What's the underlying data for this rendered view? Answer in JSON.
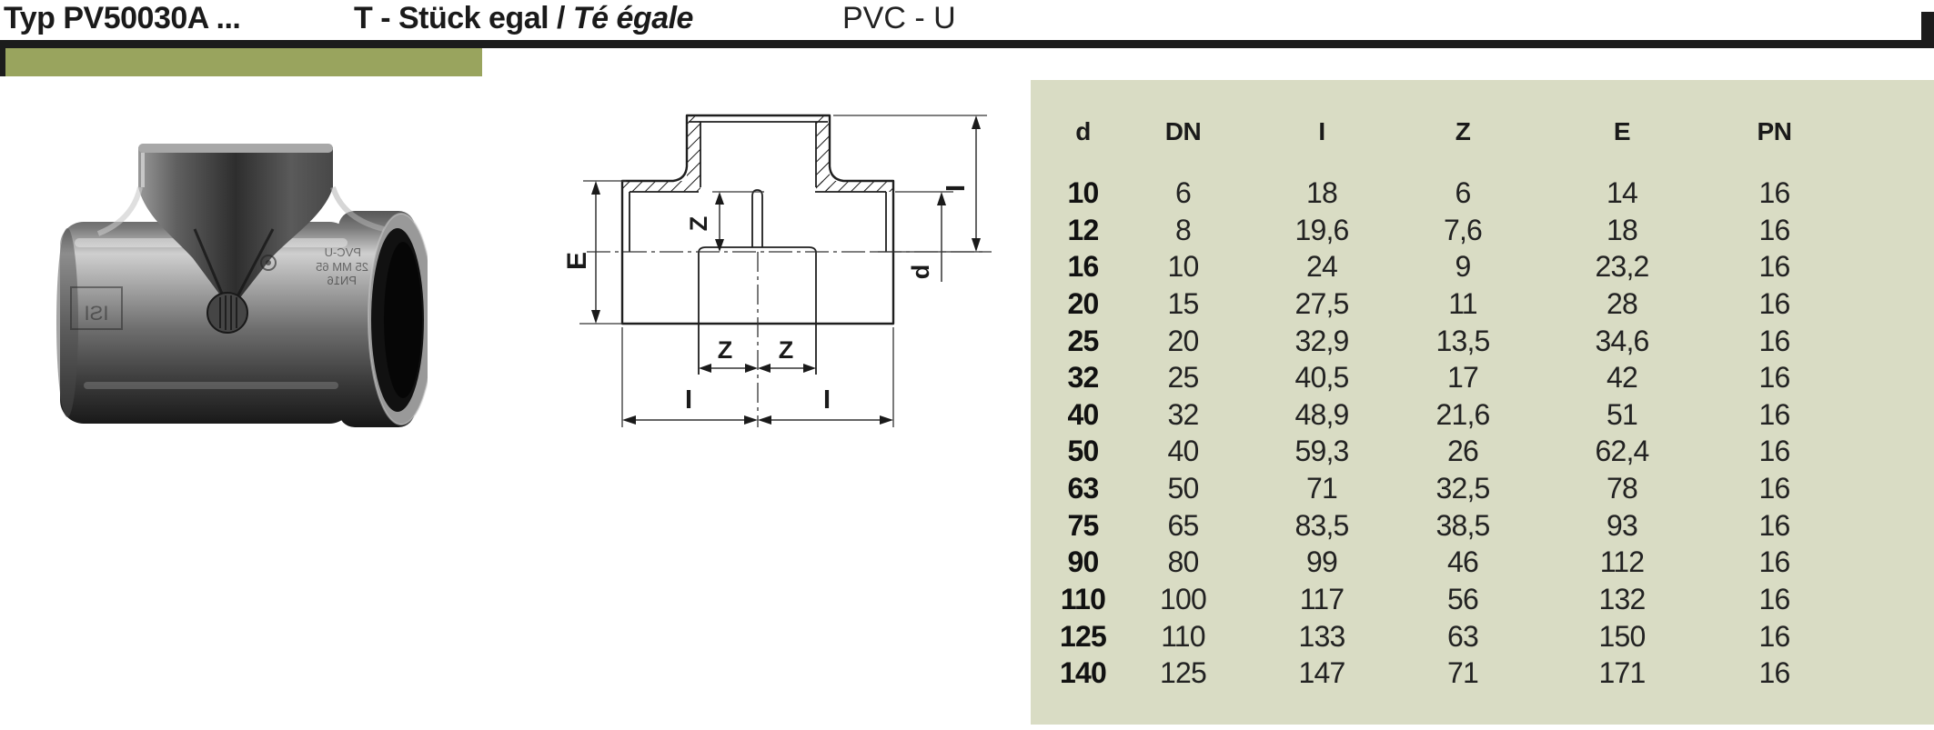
{
  "header": {
    "type_label": "Typ PV50030A ...",
    "title_de": "T - Stück egal / ",
    "title_fr": "Té égale",
    "material": "PVC - U"
  },
  "colors": {
    "accent_olive": "#99a45e",
    "table_background": "#d9dcc4",
    "bar_black": "#1c1c1c"
  },
  "photo": {
    "emboss_text": "ISI",
    "markings": [
      "PVC-U",
      "25 MM 65",
      "PN16"
    ]
  },
  "drawing": {
    "labels": {
      "e": "E",
      "z_top": "Z",
      "i_right": "I",
      "d": "d",
      "z_bottom_left": "Z",
      "z_bottom_right": "Z",
      "i_bottom_left": "I",
      "i_bottom_right": "I"
    }
  },
  "table": {
    "columns": [
      "d",
      "DN",
      "I",
      "Z",
      "E",
      "PN"
    ],
    "rows": [
      [
        "10",
        "6",
        "18",
        "6",
        "14",
        "16"
      ],
      [
        "12",
        "8",
        "19,6",
        "7,6",
        "18",
        "16"
      ],
      [
        "16",
        "10",
        "24",
        "9",
        "23,2",
        "16"
      ],
      [
        "20",
        "15",
        "27,5",
        "11",
        "28",
        "16"
      ],
      [
        "25",
        "20",
        "32,9",
        "13,5",
        "34,6",
        "16"
      ],
      [
        "32",
        "25",
        "40,5",
        "17",
        "42",
        "16"
      ],
      [
        "40",
        "32",
        "48,9",
        "21,6",
        "51",
        "16"
      ],
      [
        "50",
        "40",
        "59,3",
        "26",
        "62,4",
        "16"
      ],
      [
        "63",
        "50",
        "71",
        "32,5",
        "78",
        "16"
      ],
      [
        "75",
        "65",
        "83,5",
        "38,5",
        "93",
        "16"
      ],
      [
        "90",
        "80",
        "99",
        "46",
        "112",
        "16"
      ],
      [
        "110",
        "100",
        "117",
        "56",
        "132",
        "16"
      ],
      [
        "125",
        "110",
        "133",
        "63",
        "150",
        "16"
      ],
      [
        "140",
        "125",
        "147",
        "71",
        "171",
        "16"
      ]
    ]
  }
}
